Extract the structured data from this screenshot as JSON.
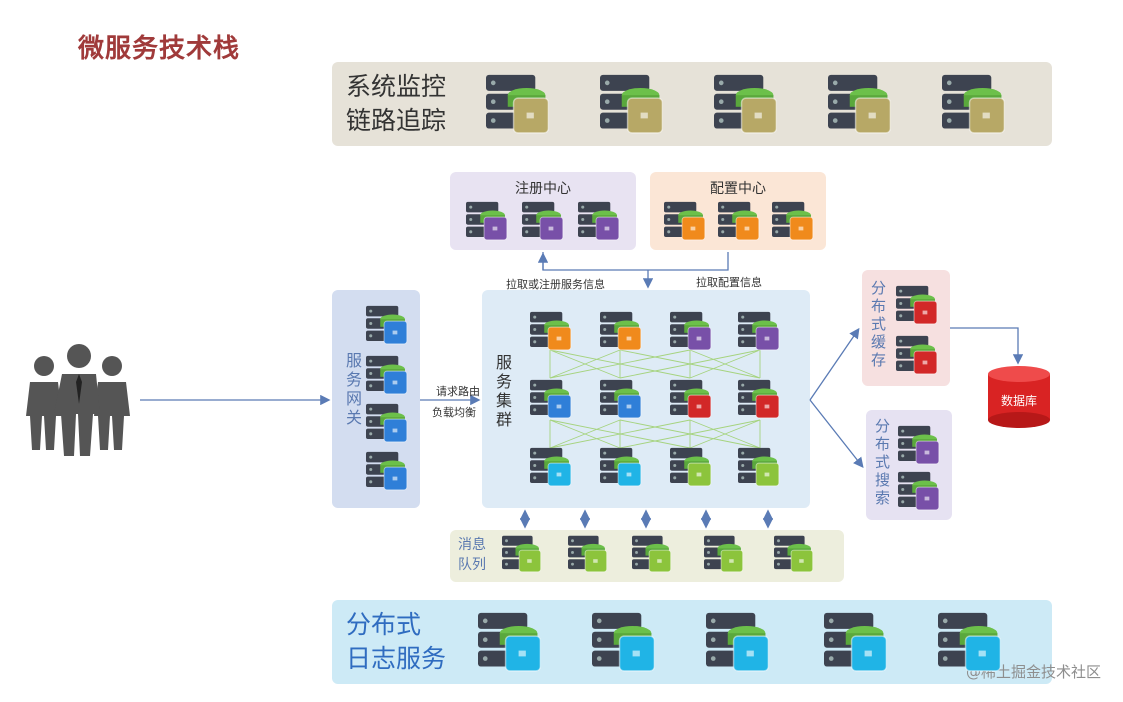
{
  "title": "微服务技术栈",
  "monitor": {
    "line1": "系统监控",
    "line2": "链路追踪"
  },
  "registry": {
    "label": "注册中心"
  },
  "config": {
    "label": "配置中心"
  },
  "gateway": {
    "label": "服务网关"
  },
  "cluster": {
    "label": "服务集群"
  },
  "cache": {
    "label": "分布式缓存"
  },
  "search": {
    "label": "分布式搜索"
  },
  "db": {
    "label": "数据库"
  },
  "mq": {
    "label": "消息队列"
  },
  "logging": {
    "line1": "分布式",
    "line2": "日志服务"
  },
  "edges": {
    "pull_register": "拉取或注册服务信息",
    "pull_config": "拉取配置信息",
    "route_1": "请求路由",
    "route_2": "负载均衡"
  },
  "watermark": "@稀土掘金技术社区",
  "colors": {
    "monitor_bg": "#e6e2d8",
    "registry_bg": "#e8e3f2",
    "config_bg": "#fbe6d6",
    "gateway_bg": "#d3ddf0",
    "cluster_bg": "#deebf6",
    "cache_bg": "#f6e0e0",
    "search_bg": "#e6e2f2",
    "mq_bg": "#edeedd",
    "log_bg": "#cdeaf6",
    "db_red": "#d92323",
    "cube_olive": "#b7a866",
    "cube_purple": "#7850a8",
    "cube_orange": "#f08a1c",
    "cube_blue": "#2f7fd8",
    "cube_red": "#d22828",
    "cube_cyan": "#20b4e6",
    "cube_lime": "#8cc43c"
  }
}
